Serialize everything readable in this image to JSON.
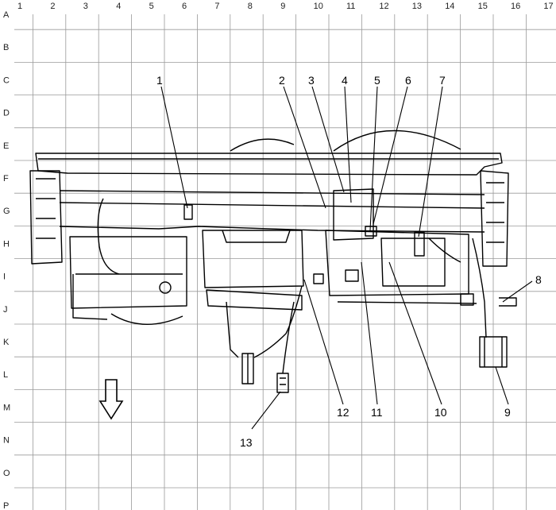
{
  "grid": {
    "columns": [
      "1",
      "2",
      "3",
      "4",
      "5",
      "6",
      "7",
      "8",
      "9",
      "10",
      "11",
      "12",
      "13",
      "14",
      "15",
      "16",
      "17"
    ],
    "rows": [
      "A",
      "B",
      "C",
      "D",
      "E",
      "F",
      "G",
      "H",
      "I",
      "J",
      "K",
      "L",
      "M",
      "N",
      "O",
      "P"
    ]
  },
  "callouts": [
    {
      "label": "1"
    },
    {
      "label": "2"
    },
    {
      "label": "3"
    },
    {
      "label": "4"
    },
    {
      "label": "5"
    },
    {
      "label": "6"
    },
    {
      "label": "7"
    },
    {
      "label": "8"
    },
    {
      "label": "9"
    },
    {
      "label": "10"
    },
    {
      "label": "11"
    },
    {
      "label": "12"
    },
    {
      "label": "13"
    }
  ],
  "orientation_arrow_icon": "arrow-down-icon",
  "colors": {
    "grid": "#9a9a9a",
    "ink": "#000000",
    "background": "#ffffff"
  }
}
